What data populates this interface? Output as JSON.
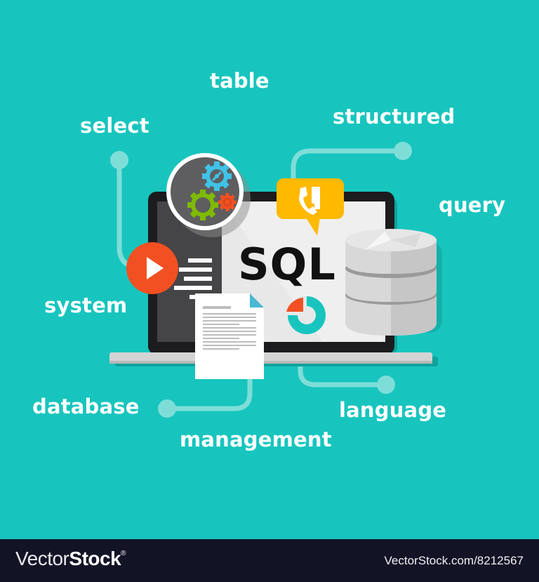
{
  "illustration": {
    "background_color": "#17C5BE",
    "screen_title": "SQL",
    "keywords": {
      "table": "table",
      "select": "select",
      "structured": "structured",
      "query": "query",
      "system": "system",
      "database": "database",
      "management": "management",
      "language": "language"
    },
    "icons": [
      "gears-icon",
      "play-icon",
      "phone-speech-bubble-icon",
      "database-cylinder-icon",
      "document-icon",
      "pie-chart-icon",
      "laptop-icon"
    ],
    "colors": {
      "accent_orange": "#F25022",
      "accent_yellow": "#FFB900",
      "accent_green": "#7FBA00",
      "accent_blue": "#3FC3E8",
      "connector": "#7FDDD8"
    }
  },
  "footer": {
    "brand_light": "Vector",
    "brand_bold": "Stock",
    "brand_mark": "®",
    "url": "VectorStock.com/8212567"
  }
}
